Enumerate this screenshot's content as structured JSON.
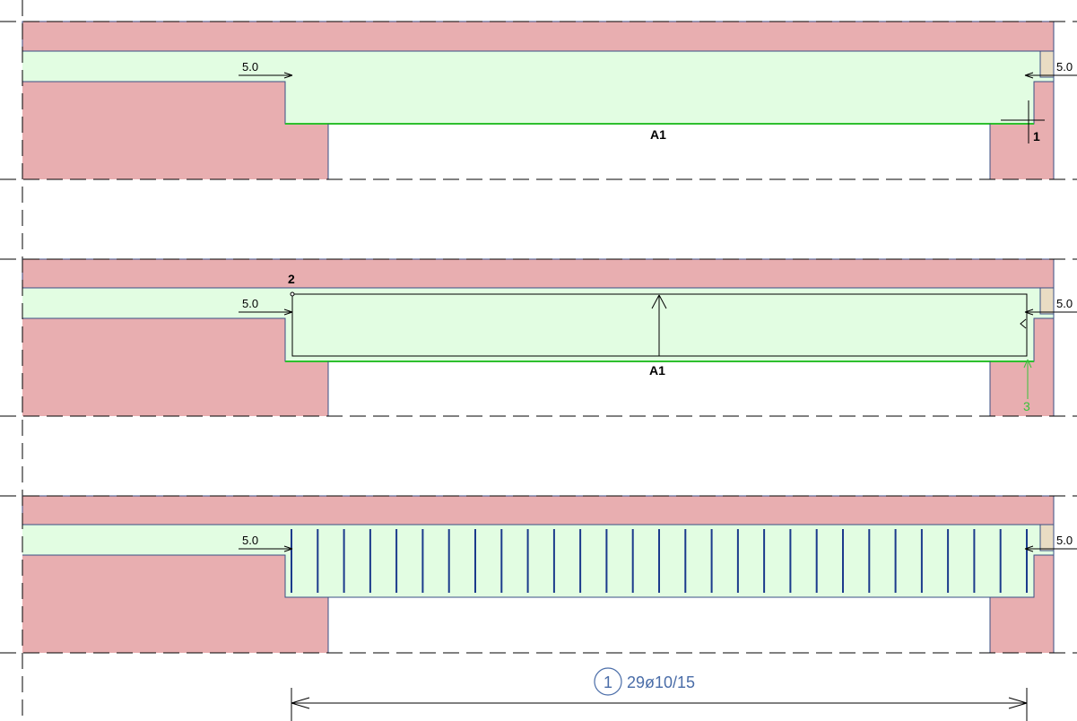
{
  "colors": {
    "wall": "#e8aeb0",
    "slab": "#e2fde2",
    "slab_edge": "#2ec02e",
    "outline": "#3a4f84",
    "cover": "#e9dcc3",
    "dim": "#000000",
    "rebar": "#1b3b8c",
    "label_blue": "#4a6da8",
    "label_green": "#39c13a"
  },
  "panels": [
    {
      "id": "top",
      "cover_left": "5.0",
      "cover_right": "5.0",
      "area_label": "A1",
      "marker": "1"
    },
    {
      "id": "middle",
      "cover_left": "5.0",
      "cover_right": "5.0",
      "area_label": "A1",
      "start_marker": "2",
      "end_marker": "3"
    },
    {
      "id": "bottom",
      "cover_left": "5.0",
      "cover_right": "5.0"
    }
  ],
  "rebar": {
    "position": "1",
    "text": "29ø10/15",
    "count": 29
  }
}
